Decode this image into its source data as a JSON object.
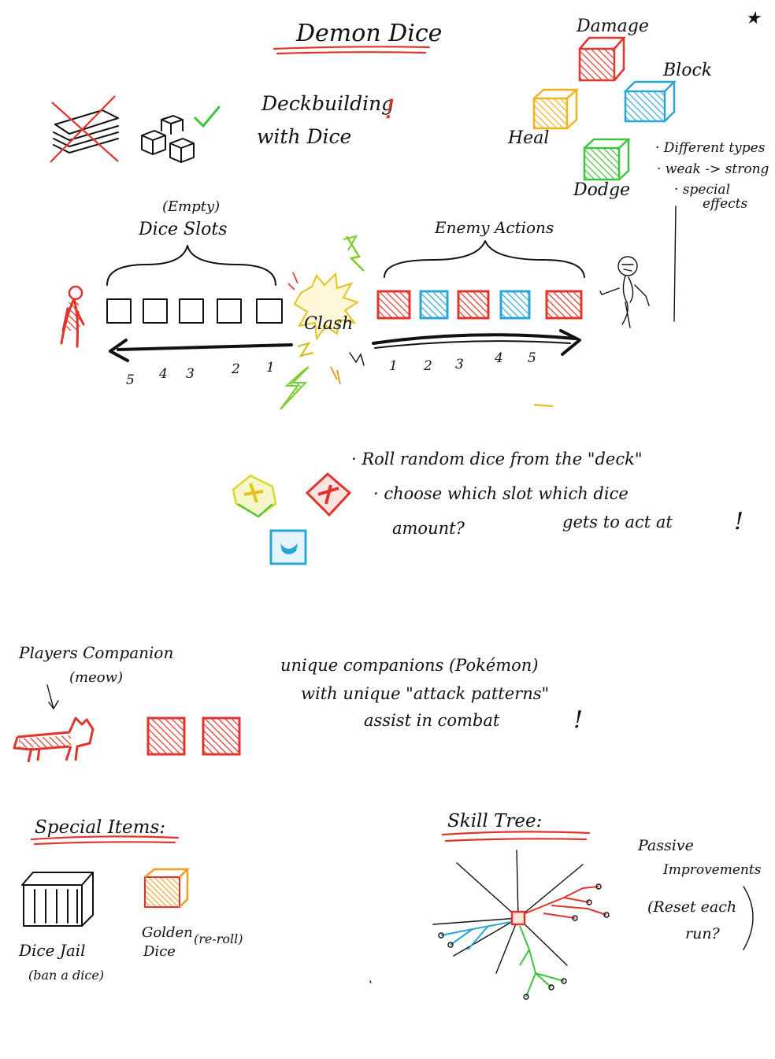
{
  "title": "Demon Dice",
  "intro": {
    "line1": "Deckbuilding",
    "line2": "with Dice",
    "mark": "!"
  },
  "die_types": {
    "damage": "Damage",
    "block": "Block",
    "heal": "Heal",
    "dodge": "Dodge",
    "colors": {
      "damage": "#e0342c",
      "block": "#2aa6d6",
      "heal": "#f2b21b",
      "dodge": "#3cc63c"
    }
  },
  "notes": {
    "n1": "· Different types",
    "n2": "· weak -> strong",
    "n3": "· special",
    "n4": "effects"
  },
  "slots": {
    "label_top": "(Empty)",
    "label": "Dice Slots",
    "numbers": [
      "5",
      "4",
      "3",
      "2",
      "1"
    ]
  },
  "clash": "Clash",
  "enemy": {
    "label": "Enemy Actions",
    "numbers": [
      "1",
      "2",
      "3",
      "4",
      "5"
    ],
    "actions": [
      "damage",
      "block",
      "damage",
      "block",
      "damage"
    ]
  },
  "roll_notes": {
    "r1": "· Roll random dice from the \"deck\"",
    "r2": "· choose which slot which dice",
    "r3": "amount?",
    "r4": "gets to act at",
    "bang": "!"
  },
  "companion": {
    "label": "Players Companion",
    "sub": "(meow)",
    "desc1": "unique companions (Pokémon)",
    "desc2": "with unique \"attack patterns\"",
    "desc3": "assist in combat",
    "bang": "!"
  },
  "items": {
    "header": "Special Items:",
    "jail": "Dice Jail",
    "jail_sub": "(ban a dice)",
    "golden1": "Golden",
    "golden2": "Dice",
    "golden_sub": "(re-roll)"
  },
  "skill_tree": {
    "header": "Skill Tree:",
    "note1": "Passive",
    "note2": "Improvements",
    "note3": "(Reset each",
    "note4": "run?"
  },
  "star": "★"
}
